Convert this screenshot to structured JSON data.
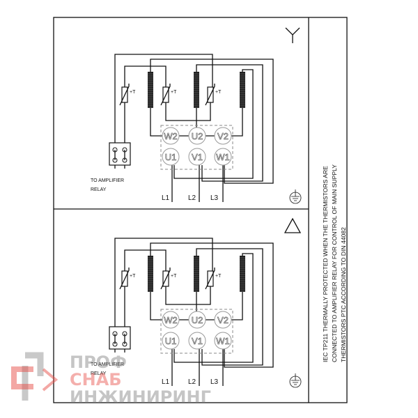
{
  "panels": [
    {
      "connection": "star",
      "relay_label": [
        "TO AMPLIFIER",
        "RELAY"
      ],
      "lines": [
        "L1",
        "L2",
        "L3"
      ],
      "terminals_top": [
        "W2",
        "U2",
        "V2"
      ],
      "terminals_bottom": [
        "U1",
        "V1",
        "W1"
      ],
      "thermistor_label": "+T"
    },
    {
      "connection": "delta",
      "relay_label": [
        "TO AMPLIFIER",
        "RELAY"
      ],
      "lines": [
        "L1",
        "L2",
        "L3"
      ],
      "terminals_top": [
        "W2",
        "U2",
        "V2"
      ],
      "terminals_bottom": [
        "U1",
        "V1",
        "W1"
      ],
      "thermistor_label": "+T"
    }
  ],
  "note": [
    "IEC TP211 THERMALLY PROTECTED WHEN THE THERMISTORS ARE",
    "CONNECTED TO AMPLIFIER RELAY FOR CONTROL OF MAIN SUPPLY",
    "THERMISTORS PTC ACCORDING TO DIN 44082"
  ],
  "watermark": [
    "ПРОФ",
    "СНАБ",
    "ИНЖИНИРИНГ"
  ],
  "colors": {
    "watermark_red": "#e8504a",
    "watermark_gray": "#808080"
  }
}
